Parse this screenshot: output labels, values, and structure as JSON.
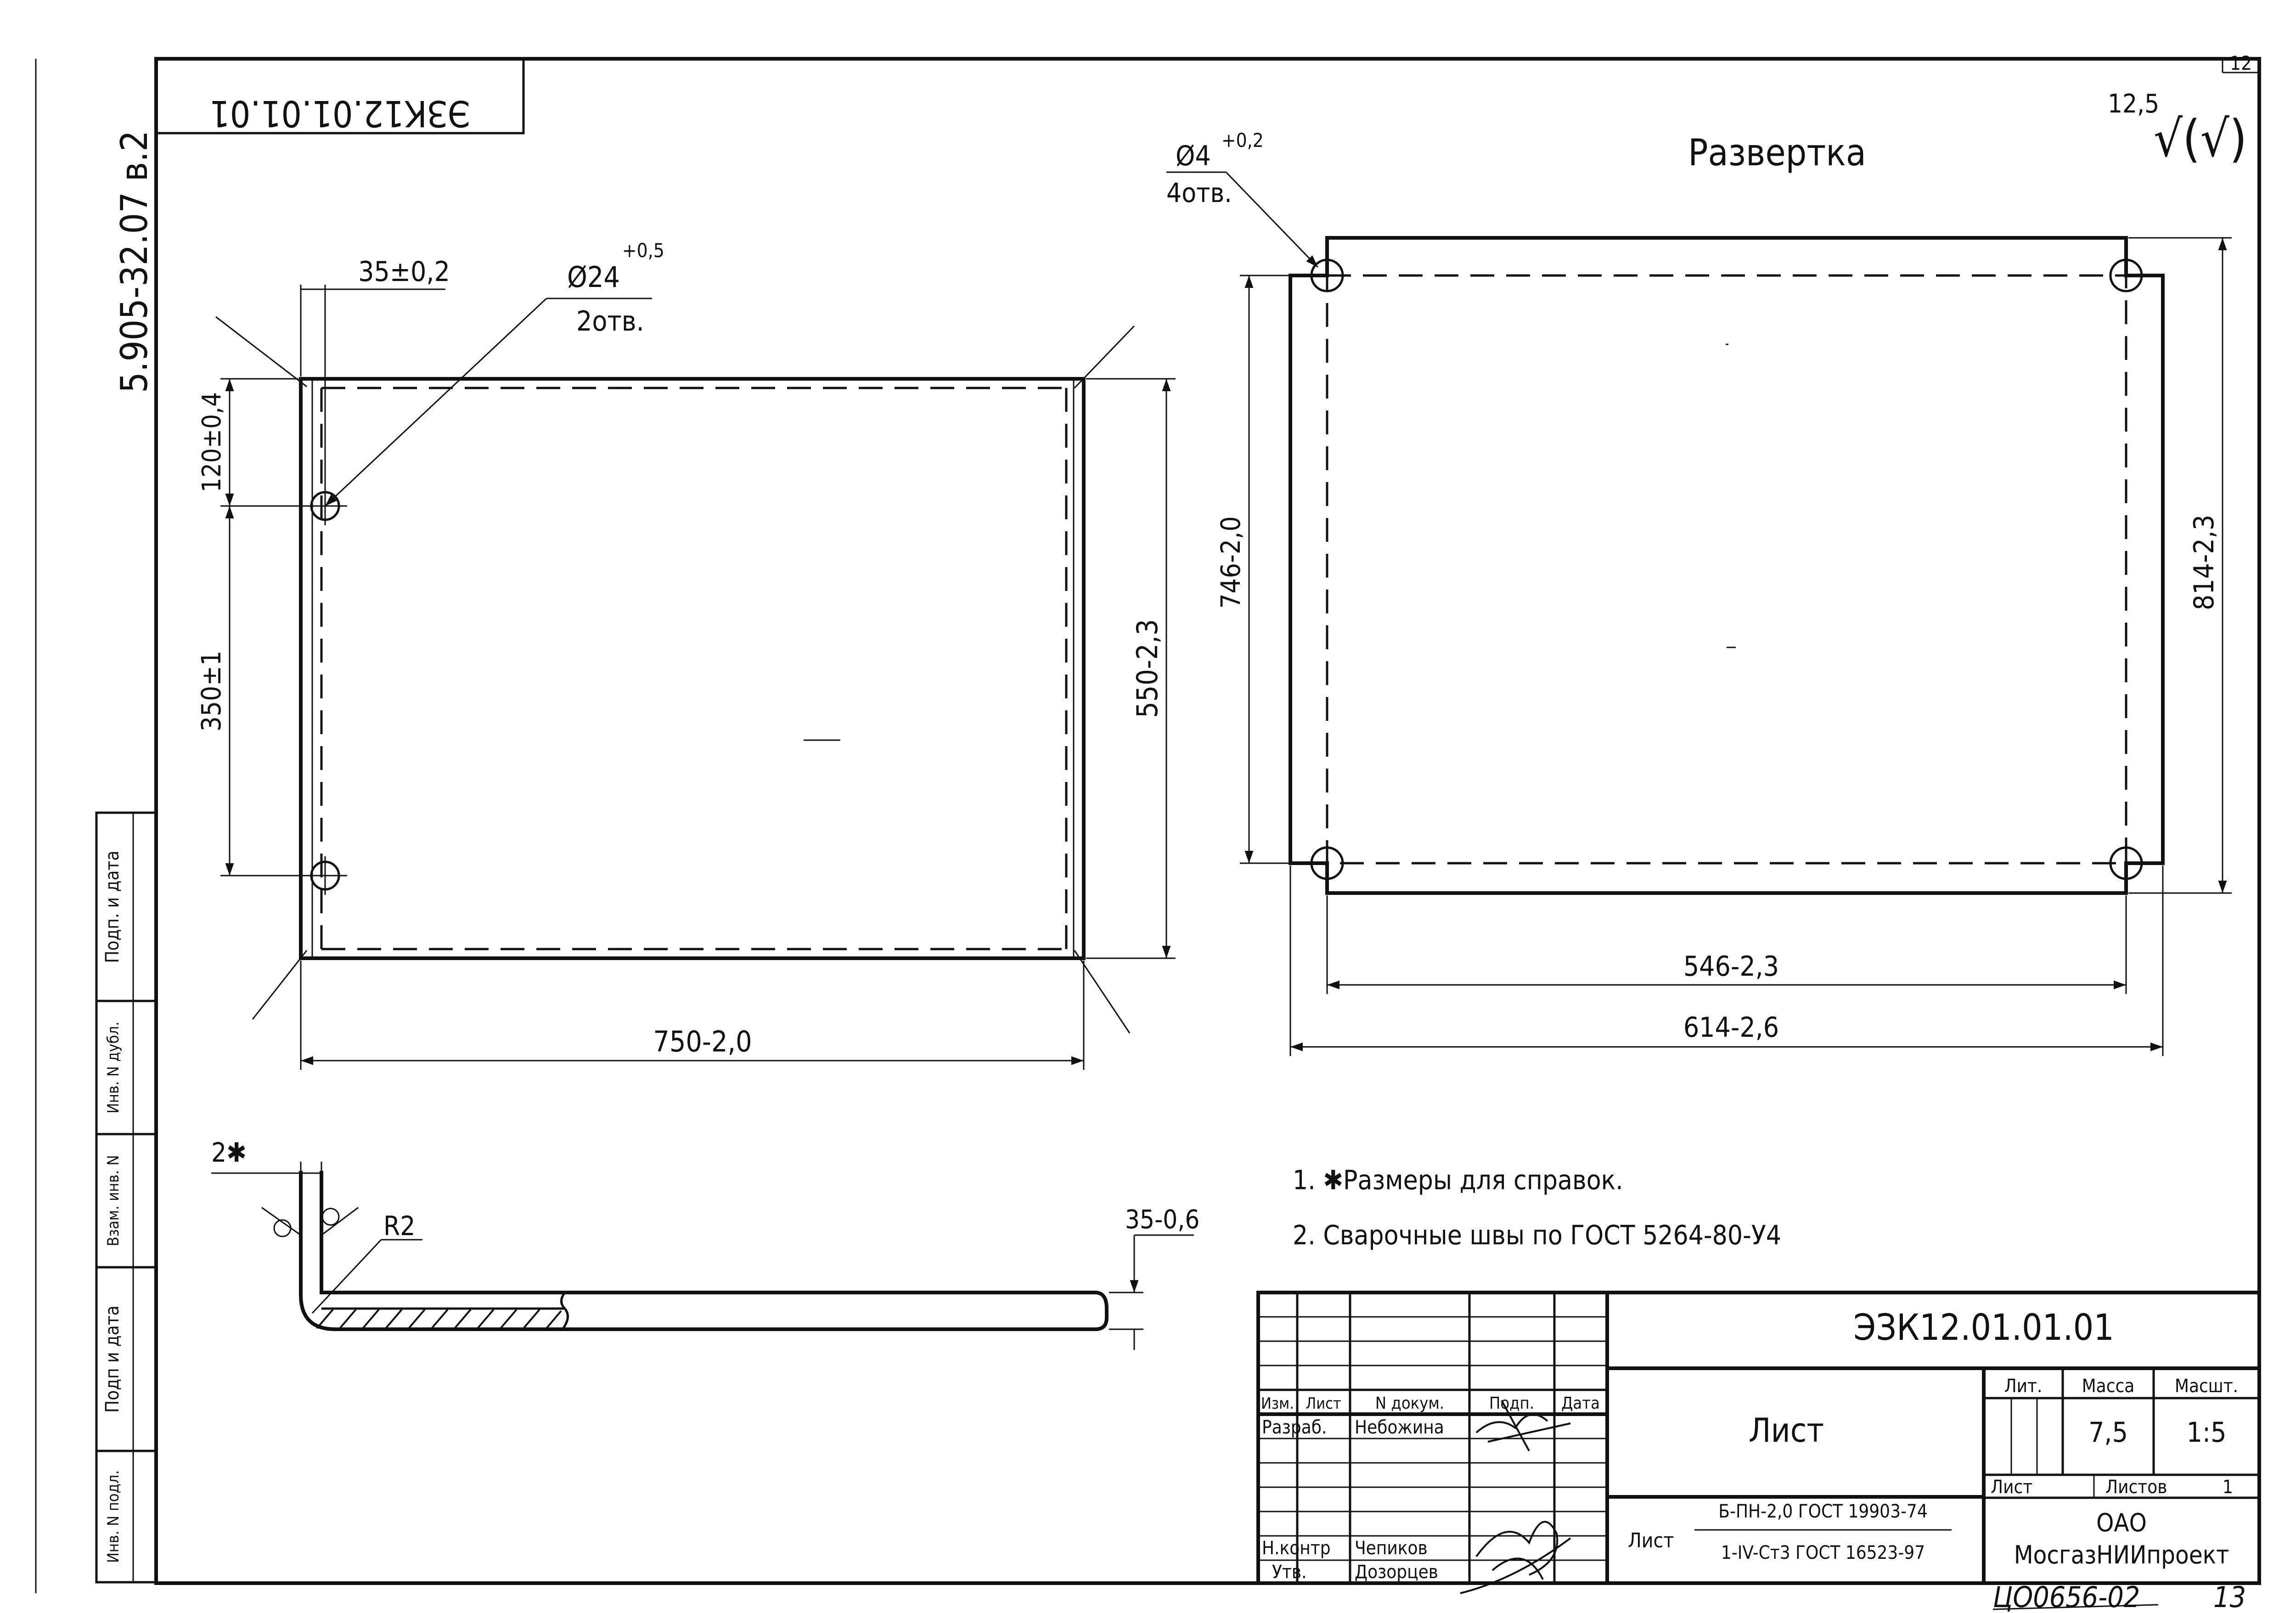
{
  "sheet": {
    "sheet_no": "12",
    "inverted_code": "ЭЗК12.01.01.01",
    "side_code": "5.905-32.07 в.2",
    "roughness_value": "12,5",
    "roughness_symbol": "√(√)",
    "page_no_hand": "13",
    "inventory_hand": "ЦО0656-02"
  },
  "side_stamp": {
    "cells": [
      "Подп. и дата",
      "Инв. N дубл.",
      "Взам. инв. N",
      "Подп и дата",
      "Инв. N подл."
    ]
  },
  "front_view": {
    "dim_35": "35±0,2",
    "hole_dia": "Ø24",
    "hole_tol": "+0,5",
    "hole_count": "2отв.",
    "dim_120": "120±0,4",
    "dim_350": "350±1",
    "dim_550": "550-2,3",
    "dim_750": "750-2,0"
  },
  "flat_view": {
    "title": "Развертка",
    "hole_dia": "Ø4",
    "hole_tol": "+0,2",
    "hole_count": "4отв.",
    "dim_746": "746-2,0",
    "dim_814": "814-2,3",
    "dim_546": "546-2,3",
    "dim_614": "614-2,6"
  },
  "section_view": {
    "dim_2": "2✱",
    "radius": "R2",
    "dim_35": "35-0,6"
  },
  "notes": [
    "1. ✱Размеры для справок.",
    "2. Сварочные швы по ГОСТ 5264-80-У4"
  ],
  "title_block": {
    "doc_code": "ЭЗК12.01.01.01",
    "part_name": "Лист",
    "col_headers": [
      "Изм.",
      "Лист",
      "N докум.",
      "Подп.",
      "Дата"
    ],
    "roles": [
      "Разраб.",
      "Н.контр",
      "Утв."
    ],
    "people": [
      "Небожина",
      "Чепиков",
      "Дозорцев"
    ],
    "lit_label": "Лит.",
    "mass_label": "Масса",
    "scale_label": "Масшт.",
    "mass_value": "7,5",
    "scale_value": "1:5",
    "sheet_label": "Лист",
    "sheets_label": "Листов",
    "sheets_value": "1",
    "material_prefix": "Лист",
    "material_top": "Б-ПН-2,0 ГОСТ 19903-74",
    "material_bottom": "1-IV-Ст3 ГОСТ 16523-97",
    "org_line1": "ОАО",
    "org_line2": "МосгазНИИпроект"
  }
}
